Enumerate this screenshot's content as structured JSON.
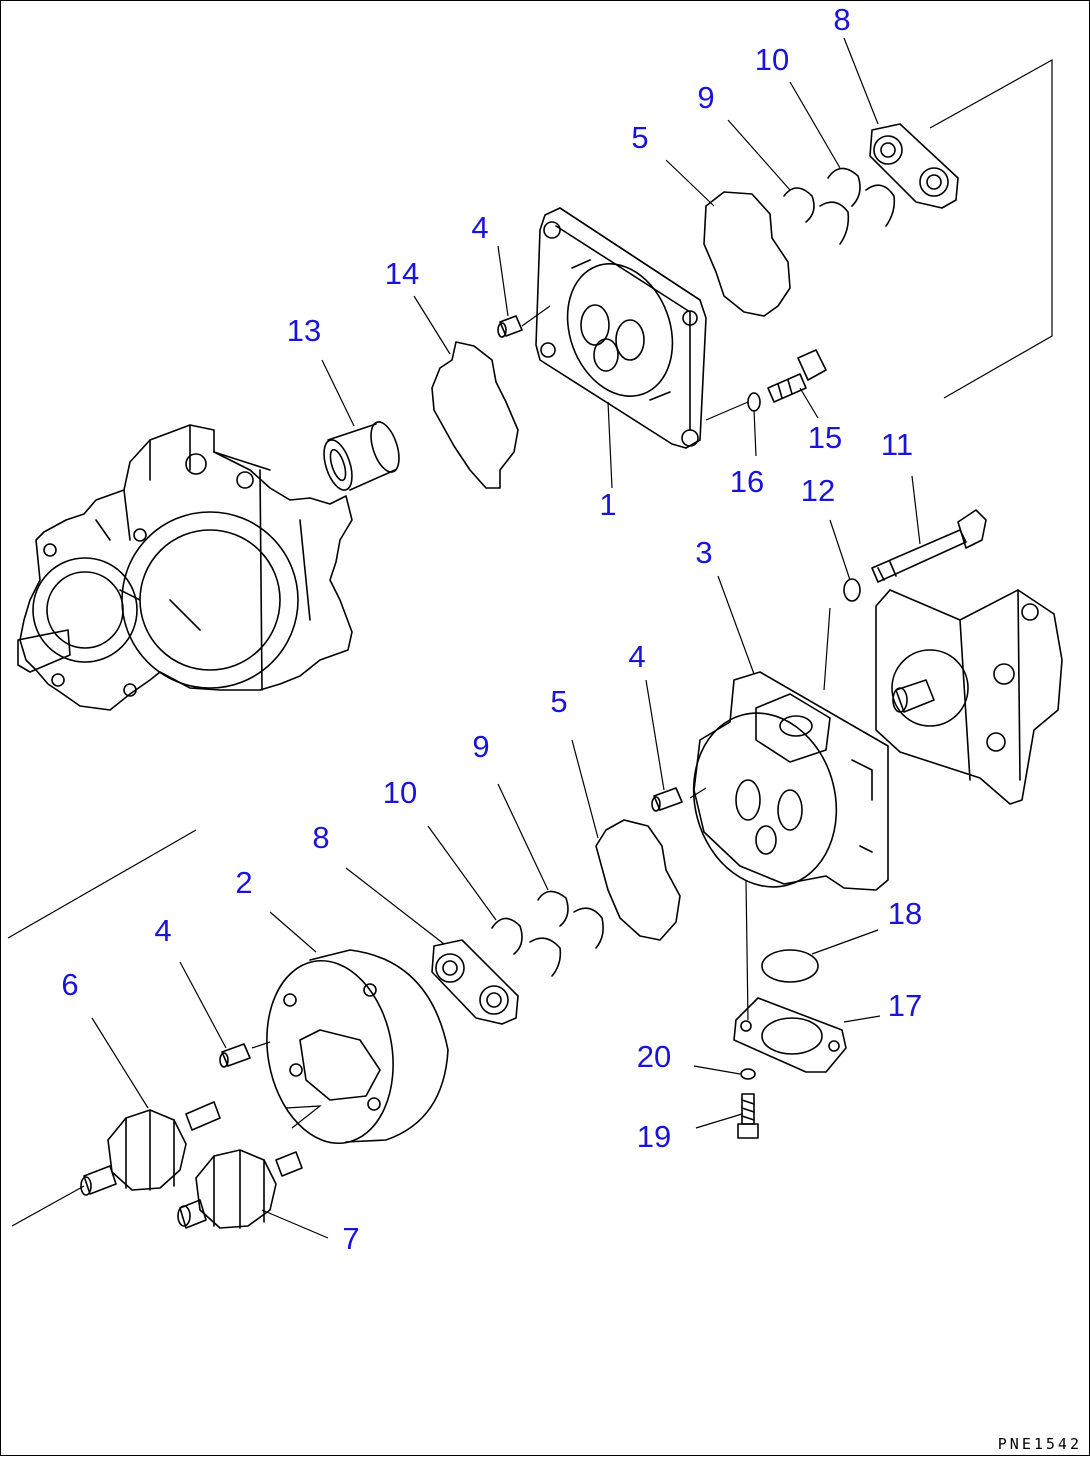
{
  "drawing_code": "PNE1542",
  "colors": {
    "callout": "#1a14d8",
    "line": "#000000",
    "background": "#ffffff"
  },
  "callouts": [
    {
      "id": "c8a",
      "text": "8"
    },
    {
      "id": "c10a",
      "text": "10"
    },
    {
      "id": "c9a",
      "text": "9"
    },
    {
      "id": "c5a",
      "text": "5"
    },
    {
      "id": "c4a",
      "text": "4"
    },
    {
      "id": "c14",
      "text": "14"
    },
    {
      "id": "c13",
      "text": "13"
    },
    {
      "id": "c15",
      "text": "15"
    },
    {
      "id": "c16",
      "text": "16"
    },
    {
      "id": "c1",
      "text": "1"
    },
    {
      "id": "c11",
      "text": "11"
    },
    {
      "id": "c12",
      "text": "12"
    },
    {
      "id": "c3",
      "text": "3"
    },
    {
      "id": "c4b",
      "text": "4"
    },
    {
      "id": "c5b",
      "text": "5"
    },
    {
      "id": "c9b",
      "text": "9"
    },
    {
      "id": "c10b",
      "text": "10"
    },
    {
      "id": "c8b",
      "text": "8"
    },
    {
      "id": "c2",
      "text": "2"
    },
    {
      "id": "c4c",
      "text": "4"
    },
    {
      "id": "c6",
      "text": "6"
    },
    {
      "id": "c7",
      "text": "7"
    },
    {
      "id": "c18",
      "text": "18"
    },
    {
      "id": "c17",
      "text": "17"
    },
    {
      "id": "c20",
      "text": "20"
    },
    {
      "id": "c19",
      "text": "19"
    }
  ]
}
